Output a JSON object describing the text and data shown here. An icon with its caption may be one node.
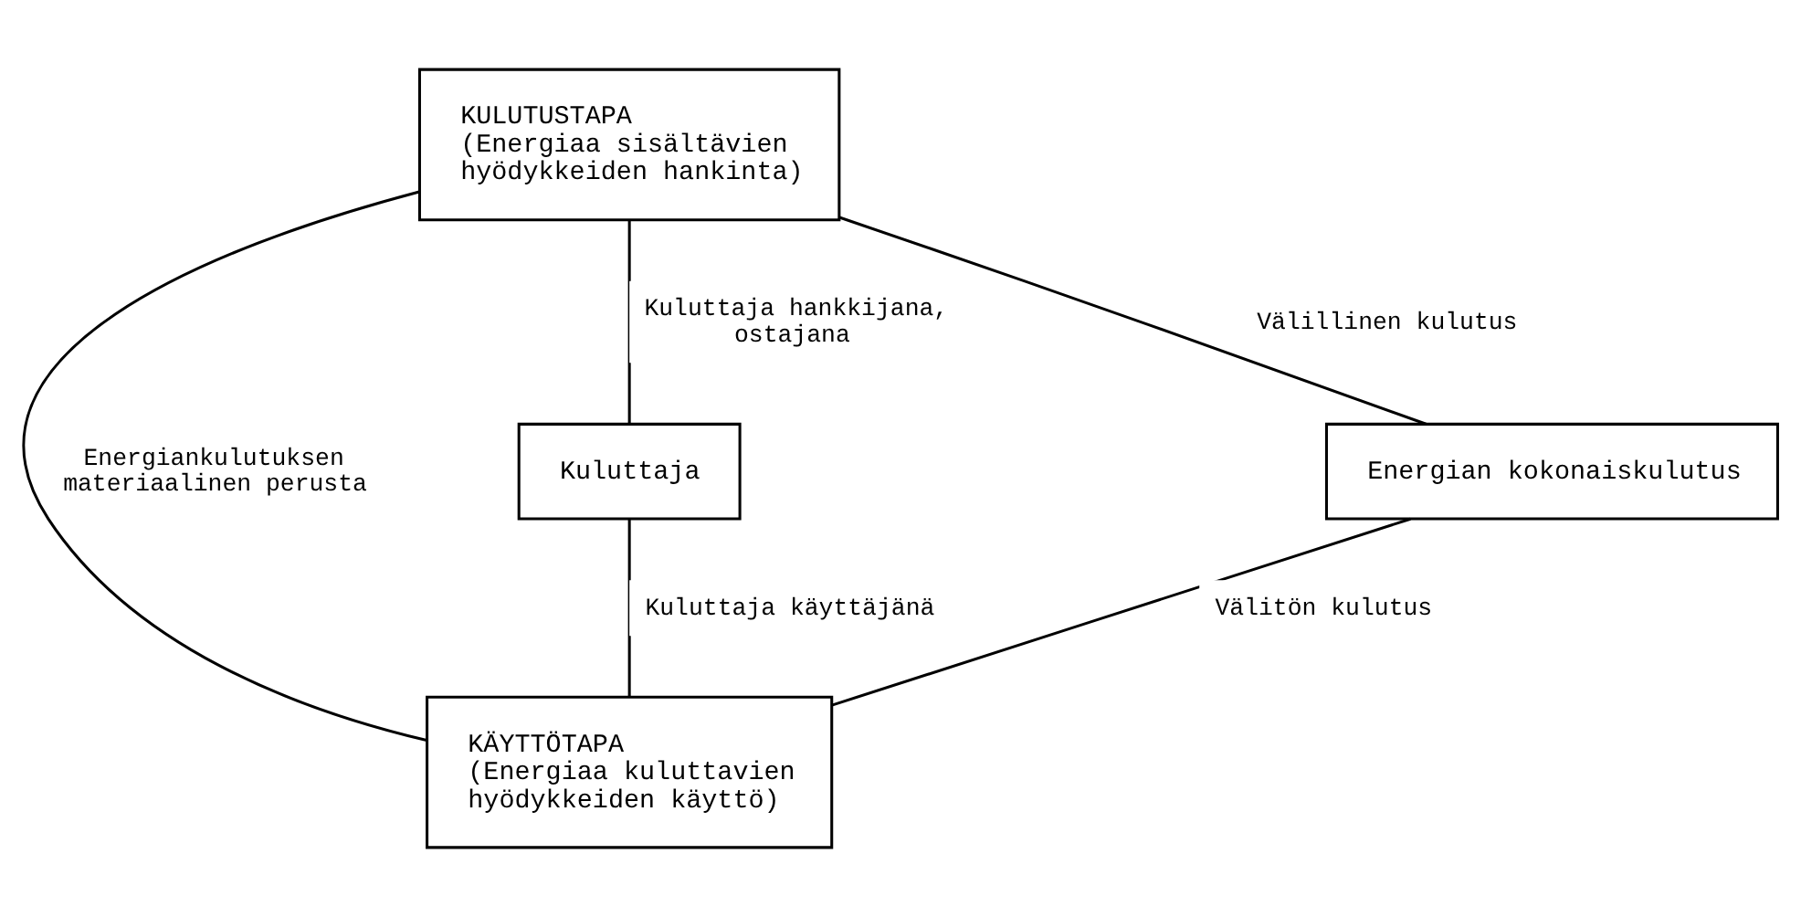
{
  "diagram": {
    "nodes": [
      {
        "text": [
          "KULUTUSTAPA",
          "(Energiaa sisältävien hyödykkeiden hankinta)"
        ]
      },
      {
        "text": [
          "Kuluttaja"
        ]
      },
      {
        "text": [
          "Energian kokonaiskulutus"
        ]
      },
      {
        "text": [
          "KÄYTTÖTAPA",
          "(Energiaa kuluttavien hyödykkeiden käyttö)"
        ]
      }
    ],
    "edges": [
      {
        "from": 1,
        "to": 0,
        "arrow": "none",
        "label": "Kuluttaja hankkijana, ostajana"
      },
      {
        "from": 0,
        "to": 2,
        "arrow": "none",
        "label": "Välillinen kulutus"
      },
      {
        "from": 0,
        "to": 3,
        "arrow": "none",
        "label": "Energiankulutuksen materiaalinen perusta"
      },
      {
        "from": 1,
        "to": 3,
        "arrow": "none",
        "label": "Kuluttaja käyttäjänä"
      },
      {
        "from": 3,
        "to": 2,
        "arrow": "none",
        "label": "Välitön kulutus"
      }
    ]
  }
}
